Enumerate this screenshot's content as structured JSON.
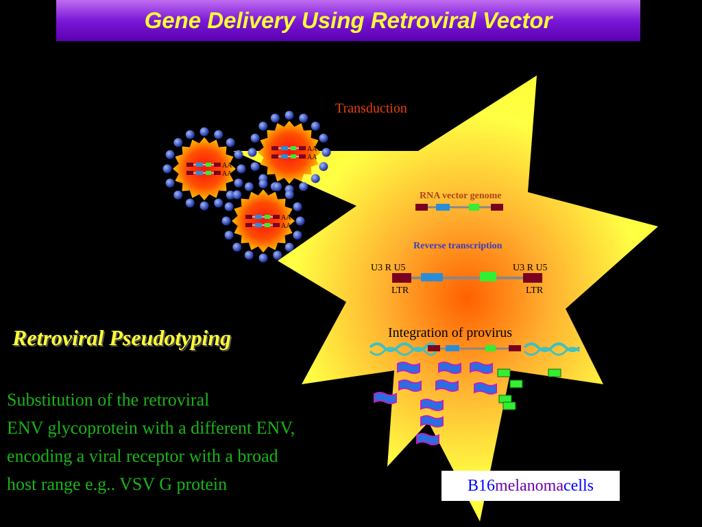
{
  "title": "Gene Delivery Using Retroviral Vector",
  "diagram": {
    "transduction": "Transduction",
    "rna_vector_genome": "RNA vector genome",
    "reverse_transcription": "Reverse transcription",
    "ltr_left_top": "U3 R U5",
    "ltr_right_top": "U3 R U5",
    "ltr_left_bottom": "LTR",
    "ltr_right_bottom": "LTR",
    "integration": "Integration of provirus",
    "virion_polya": "AA",
    "cell_label": {
      "part1": "B16 ",
      "part2": "melanoma",
      "part3": " cells"
    }
  },
  "section": {
    "heading": "Retroviral Pseudotyping",
    "lines": [
      "Substitution of the retroviral",
      "ENV glycoprotein with a different ENV,",
      "encoding a viral receptor with a broad",
      "host range    e.g.. VSV  G protein"
    ]
  },
  "colors": {
    "title_text": "#ffff33",
    "title_bg": "#7a18d8",
    "star": "#ffff33",
    "star_core": "#ff6a00",
    "heading": "#ffff33",
    "desc": "#19b419"
  }
}
